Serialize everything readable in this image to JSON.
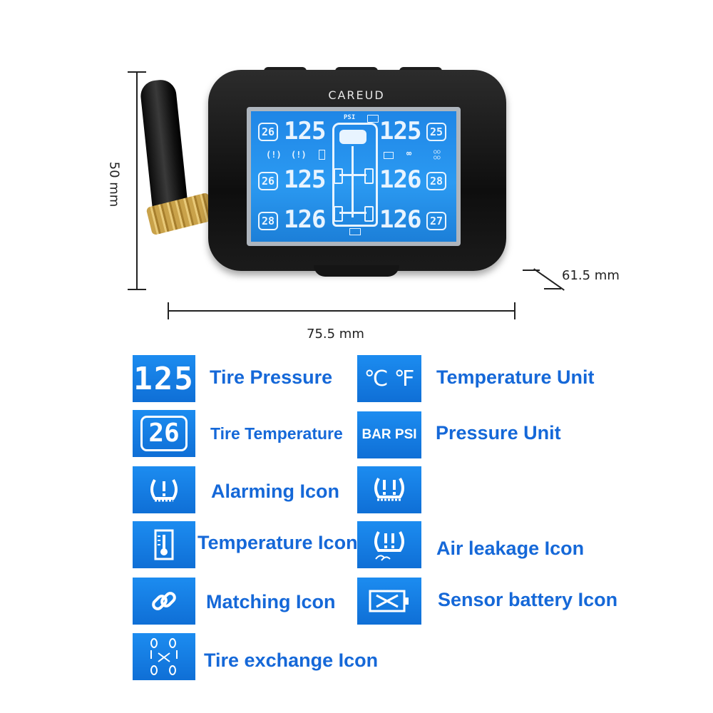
{
  "device": {
    "brand": "CAREUD",
    "screen": {
      "unit": "PSI",
      "rows": [
        {
          "left_temp": "26",
          "left_pressure": "125",
          "right_pressure": "125",
          "right_temp": "25"
        },
        {
          "left_temp": "26",
          "left_pressure": "125",
          "right_pressure": "126",
          "right_temp": "28"
        },
        {
          "left_temp": "28",
          "left_pressure": "126",
          "right_pressure": "126",
          "right_temp": "27"
        }
      ]
    }
  },
  "dimensions": {
    "height": "50 mm",
    "width": "75.5 mm",
    "depth": "61.5 mm"
  },
  "legend": {
    "tire_pressure": {
      "sample": "125",
      "label": "Tire Pressure"
    },
    "tire_temperature": {
      "sample": "26",
      "label": "Tire Temperature"
    },
    "alarming": {
      "label": "Alarming Icon"
    },
    "temperature_icon": {
      "label": "Temperature Icon"
    },
    "matching": {
      "label": "Matching  Icon"
    },
    "tire_exchange": {
      "label": "Tire exchange Icon"
    },
    "temperature_unit": {
      "sample": "℃ ℉",
      "label": "Temperature Unit"
    },
    "pressure_unit": {
      "sample": "BAR PSI",
      "label": "Pressure Unit"
    },
    "air_leakage": {
      "label": "Air leakage  Icon"
    },
    "sensor_battery": {
      "label": "Sensor battery  Icon"
    }
  },
  "colors": {
    "tile_blue": "#1c8cf0",
    "label_blue": "#1568d8",
    "lcd_blue": "#2b9af2"
  },
  "icons": [
    "tire-pressure-alarm-icon",
    "thermometer-icon",
    "chain-link-icon",
    "tire-exchange-icon",
    "air-leak-icon",
    "battery-empty-icon"
  ]
}
